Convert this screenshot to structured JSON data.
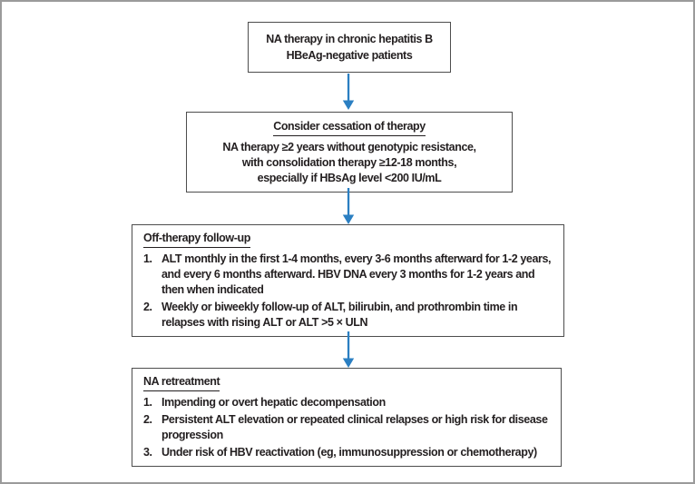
{
  "colors": {
    "arrow_blue": "#2b7fc2",
    "box_border": "#4d4d4d",
    "text": "#231f20",
    "frame_border": "#9b9b9b"
  },
  "flowchart": {
    "boxes": [
      {
        "name": "start",
        "lines": [
          "NA therapy in chronic hepatitis B",
          "HBeAg-negative patients"
        ]
      },
      {
        "name": "consider-cessation",
        "title": "Consider cessation of therapy",
        "lines": [
          "NA therapy ≥2 years without genotypic resistance,",
          "with consolidation therapy ≥12-18 months,",
          "especially if HBsAg level <200 IU/mL"
        ]
      },
      {
        "name": "off-therapy-follow-up",
        "title": "Off-therapy follow-up",
        "items": [
          {
            "num": "1.",
            "text": "ALT monthly in the first 1-4 months, every 3-6 months afterward for 1-2 years, and every 6 months afterward. HBV DNA every 3 months for 1-2 years and then when indicated"
          },
          {
            "num": "2.",
            "text": "Weekly or biweekly follow-up of ALT, bilirubin, and prothrombin time in relapses with rising ALT or ALT >5 × ULN"
          }
        ]
      },
      {
        "name": "na-retreatment",
        "title": "NA retreatment",
        "items": [
          {
            "num": "1.",
            "text": "Impending or overt hepatic decompensation"
          },
          {
            "num": "2.",
            "text": "Persistent ALT elevation or repeated clinical relapses or high risk for disease progression"
          },
          {
            "num": "3.",
            "text": "Under risk of HBV reactivation (eg, immunosuppression or chemotherapy)"
          }
        ]
      }
    ]
  }
}
